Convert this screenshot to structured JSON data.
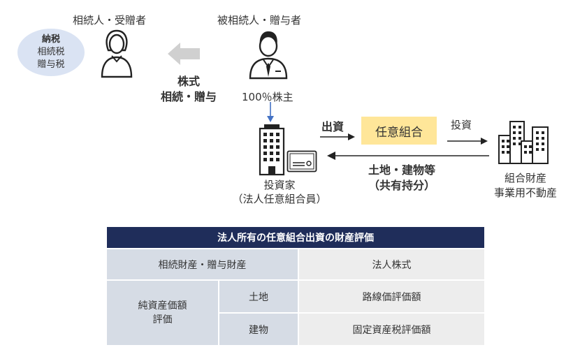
{
  "heir": {
    "title": "相続人・受贈者"
  },
  "decedent": {
    "title": "被相続人・贈与者",
    "caption": "100％株主"
  },
  "tax_badge": {
    "line1": "納税",
    "line2": "相続税",
    "line3": "贈与税"
  },
  "transfer": {
    "line1": "株式",
    "line2": "相続・贈与"
  },
  "flow": {
    "contribution": "出資",
    "union": "任意組合",
    "investment": "投資",
    "return_line1": "土地・建物等",
    "return_line2": "（共有持分）"
  },
  "investor": {
    "line1": "投資家",
    "line2": "（法人任意組合員）"
  },
  "property": {
    "line1": "組合財産",
    "line2": "事業用不動産"
  },
  "table": {
    "title": "法人所有の任意組合出資の財産評価",
    "row1": {
      "left": "相続財産・贈与財産",
      "right": "法人株式"
    },
    "group_label_line1": "純資産価額",
    "group_label_line2": "評価",
    "row2": {
      "mid": "土地",
      "right": "路線価評価額"
    },
    "row3": {
      "mid": "建物",
      "right": "固定資産税評価額"
    }
  },
  "colors": {
    "navy": "#1f2d5a",
    "union_fill": "#ffe699",
    "badge_fill": "#dae3f3",
    "arrow_gray": "#d0d0d0",
    "connector_blue": "#4472c4"
  }
}
